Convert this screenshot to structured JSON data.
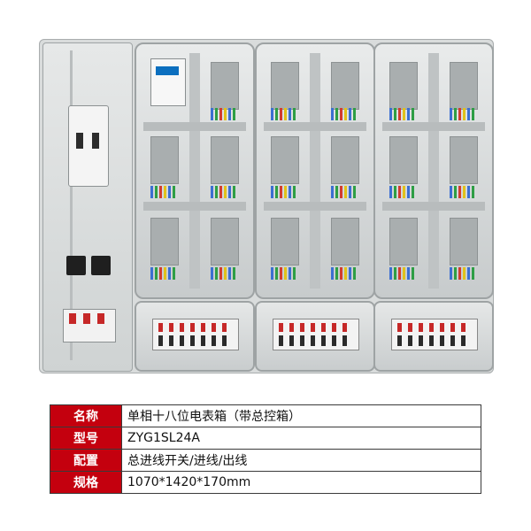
{
  "product_photo": {
    "description_icon": "electric-meter-box-photo",
    "sections": 3
  },
  "spec_table": {
    "rows": [
      {
        "label": "名称",
        "value": "单相十八位电表箱（带总控箱）"
      },
      {
        "label": "型号",
        "value": "ZYG1SL24A"
      },
      {
        "label": "配置",
        "value": "总进线开关/进线/出线"
      },
      {
        "label": "规格",
        "value": "1070*1420*170mm"
      }
    ]
  },
  "colors": {
    "label_background": "#c4000e",
    "label_text": "#ffffff",
    "value_text": "#111111"
  }
}
